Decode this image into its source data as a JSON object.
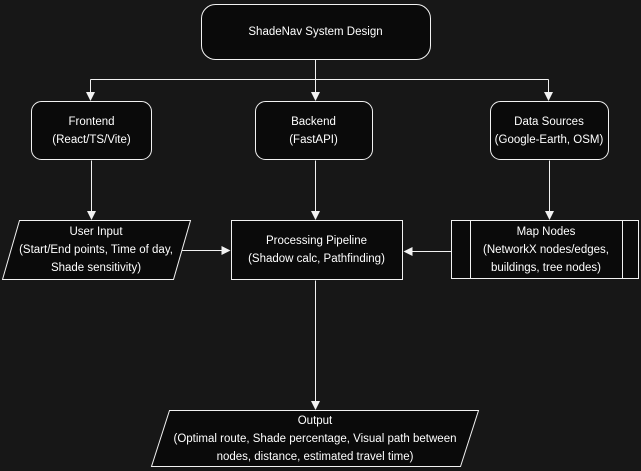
{
  "diagram": {
    "nodes": {
      "root": {
        "label": "ShadeNav System Design"
      },
      "frontend": {
        "label": "Frontend\n(React/TS/Vite)"
      },
      "backend": {
        "label": "Backend\n(FastAPI)"
      },
      "data_sources": {
        "label": "Data Sources\n(Google-Earth, OSM)"
      },
      "user_input": {
        "label": "User Input\n(Start/End points, Time of day,\nShade sensitivity)"
      },
      "processing": {
        "label": "Processing Pipeline\n(Shadow calc, Pathfinding)"
      },
      "map_nodes": {
        "label": "Map Nodes\n(NetworkX nodes/edges,\nbuildings, tree nodes)"
      },
      "output": {
        "label": "Output\n(Optimal route, Shade percentage, Visual path between\nnodes, distance, estimated travel time)"
      }
    }
  },
  "colors": {
    "background": "#171717",
    "node_fill": "#0a0a0a",
    "stroke": "#f2f2f2",
    "text_color": "#ffffff"
  }
}
